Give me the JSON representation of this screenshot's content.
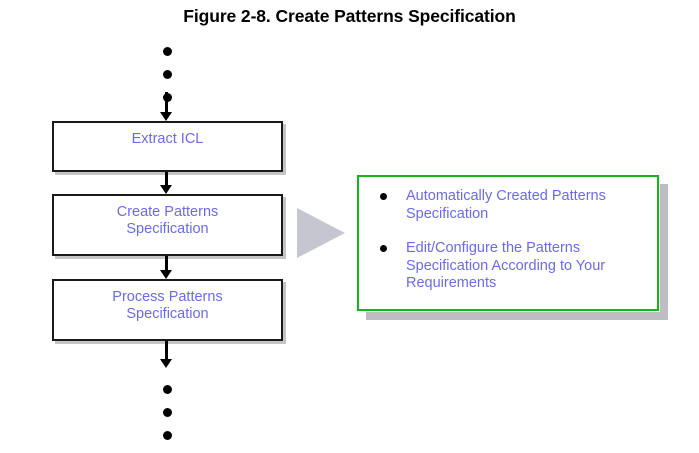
{
  "figure": {
    "title": "Figure 2-8. Create Patterns Specification",
    "title_color": "#000000"
  },
  "colors": {
    "box_text_blue": "#6a6aee",
    "box_border_black": "#1a1a1a",
    "callout_border_green": "#14b814",
    "pointer_gray": "#c6c6d0",
    "shadow_gray": "#a8a8ad"
  },
  "flow": {
    "top_ellipsis": {
      "icon": "vertical-ellipsis-icon",
      "dot_count": 3
    },
    "bottom_ellipsis": {
      "icon": "vertical-ellipsis-icon",
      "dot_count": 3
    },
    "boxes": [
      {
        "id": "extract-icl",
        "label": "Extract ICL"
      },
      {
        "id": "create-patterns-specification",
        "label": "Create Patterns\nSpecification"
      },
      {
        "id": "process-patterns-specification",
        "label": "Process Patterns\nSpecification"
      }
    ],
    "connectors": [
      {
        "id": "to-box1",
        "icon": "down-arrow-icon",
        "from": "top-ellipsis",
        "to": "extract-icl"
      },
      {
        "id": "box1-to-box2",
        "icon": "down-arrow-icon",
        "from": "extract-icl",
        "to": "create-patterns-specification"
      },
      {
        "id": "box2-to-box3",
        "icon": "down-arrow-icon",
        "from": "create-patterns-specification",
        "to": "process-patterns-specification"
      },
      {
        "id": "box3-to-bottom",
        "icon": "down-arrow-icon",
        "from": "process-patterns-specification",
        "to": "bottom-ellipsis"
      }
    ]
  },
  "callout": {
    "pointer_icon": "right-triangle-pointer-icon",
    "attached_to": "create-patterns-specification",
    "items": [
      {
        "text": "Automatically Created Patterns Specification"
      },
      {
        "text": "Edit/Configure the Patterns Specification According to Your Requirements"
      }
    ]
  }
}
